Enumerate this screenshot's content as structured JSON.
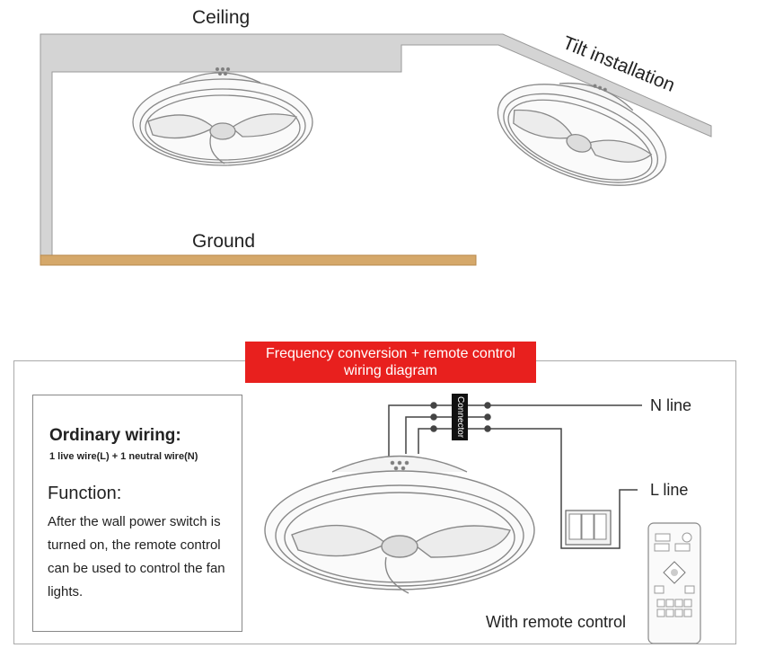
{
  "top_diagram": {
    "ceiling_label": "Ceiling",
    "tilt_label": "Tilt installation",
    "ground_label": "Ground"
  },
  "wiring": {
    "banner_line1": "Frequency conversion + remote control",
    "banner_line2": "wiring diagram",
    "connector_label": "Connector",
    "n_line_label": "N line",
    "l_line_label": "L line",
    "remote_label": "With remote control"
  },
  "info_box": {
    "title": "Ordinary wiring:",
    "subtitle": "1 live wire(L) + 1 neutral wire(N)",
    "function_heading": "Function:",
    "description": "After the wall power switch is turned on, the remote control can be used to control the fan lights."
  },
  "colors": {
    "ceiling": "#d2d2d2",
    "ground": "#d5a86a",
    "banner": "#e8201e"
  }
}
